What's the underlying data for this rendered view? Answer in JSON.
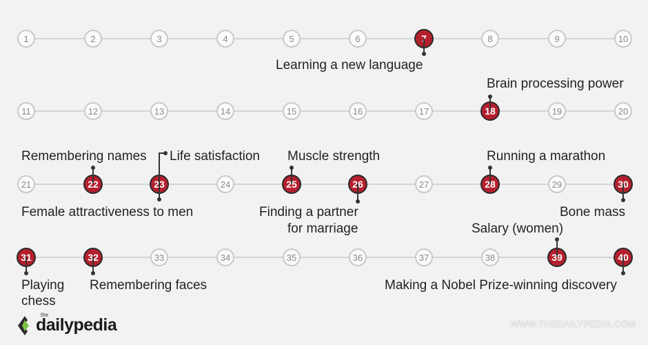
{
  "rows": [
    {
      "numbers": [
        "1",
        "2",
        "3",
        "4",
        "5",
        "6",
        "7",
        "8",
        "9",
        "10"
      ]
    },
    {
      "numbers": [
        "11",
        "12",
        "13",
        "14",
        "15",
        "16",
        "17",
        "18",
        "19",
        "20"
      ]
    },
    {
      "numbers": [
        "21",
        "22",
        "23",
        "24",
        "25",
        "26",
        "27",
        "28",
        "29",
        "30"
      ]
    },
    {
      "numbers": [
        "31",
        "32",
        "33",
        "34",
        "35",
        "36",
        "37",
        "38",
        "39",
        "40"
      ]
    }
  ],
  "highlighted_ages": [
    7,
    18,
    22,
    23,
    25,
    26,
    28,
    30,
    31,
    32,
    39,
    40
  ],
  "peaks": {
    "learning_language": "Learning a new language",
    "brain_processing": "Brain processing power",
    "remembering_names": "Remembering names",
    "life_satisfaction": "Life satisfaction",
    "muscle_strength": "Muscle strength",
    "running_marathon": "Running a marathon",
    "female_attractiveness": "Female attractiveness to men",
    "finding_partner_1": "Finding a partner",
    "finding_partner_2": "for marriage",
    "bone_mass": "Bone mass",
    "salary_women": "Salary (women)",
    "playing_chess_1": "Playing",
    "playing_chess_2": "chess",
    "remembering_faces": "Remembering faces",
    "nobel_prize": "Making a Nobel Prize-winning discovery"
  },
  "brand": {
    "the": "the",
    "name": "dailypedia",
    "url": "WWW.THEDAILYPEDIA.COM",
    "accent": "#b5202e"
  }
}
